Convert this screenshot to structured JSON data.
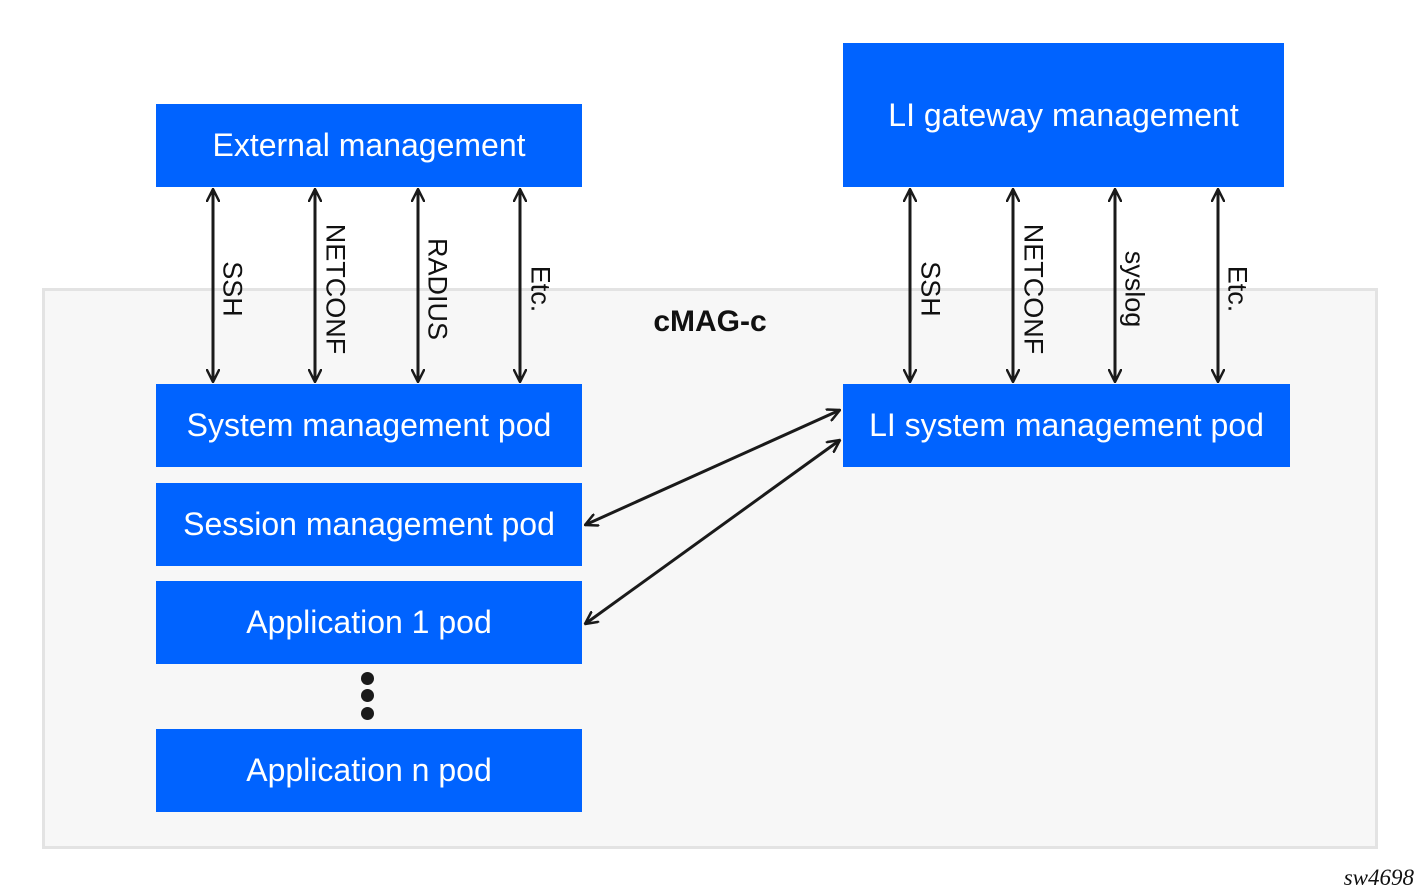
{
  "diagram": {
    "container_label": "cMAG-c",
    "colors": {
      "box_fill": "#0063FF",
      "box_text": "#FFFFFF",
      "container_fill": "#F7F7F7",
      "container_border": "#E3E3E3",
      "arrow": "#1A1A1A"
    },
    "boxes": {
      "external_management": "External management",
      "li_gateway_management": "LI gateway management",
      "system_management_pod": "System management pod",
      "li_system_management_pod": "LI system management pod",
      "session_management_pod": "Session management pod",
      "application_1_pod": "Application 1 pod",
      "application_n_pod": "Application n pod"
    },
    "left_protocols": [
      "SSH",
      "NETCONF",
      "RADIUS",
      "Etc."
    ],
    "right_protocols": [
      "SSH",
      "NETCONF",
      "syslog",
      "Etc."
    ],
    "figure_id": "sw4698"
  }
}
